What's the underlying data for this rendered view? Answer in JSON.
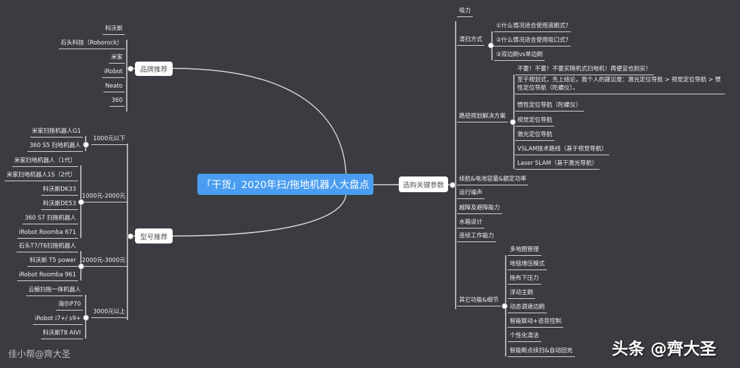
{
  "central": "「干货」2020年扫/拖地机器人大盘点",
  "brand": {
    "label": "品牌推荐",
    "items": [
      "科沃斯",
      "石头科技（Roborock）",
      "米家",
      "iRobot",
      "Neato",
      "360"
    ]
  },
  "models": {
    "label": "型号推荐",
    "groups": [
      {
        "label": "1000元以下",
        "items": [
          "米家扫拖机器人G1",
          "360 S5 扫地机器人"
        ]
      },
      {
        "label": "1000元-2000元",
        "items": [
          "米家扫地机器人（1代）",
          "米家扫地机器人1S（2代）",
          "科沃斯DK33",
          "科沃斯DE53",
          "360 S7 扫拖机器人",
          "iRobot Roomba 671"
        ]
      },
      {
        "label": "2000元-3000元",
        "items": [
          "石头T7/T6扫拖机器人",
          "科沃斯 T5 power",
          "iRobot Roomba 961"
        ]
      },
      {
        "label": "3000元以上",
        "items": [
          "云鲸扫拖一体机器人",
          "海尔P70",
          "iRobot i7+/ s9+",
          "科沃斯T8 AIVI"
        ]
      }
    ]
  },
  "params": {
    "label": "选购关键参数",
    "items": [
      {
        "label": "吸力",
        "children": []
      },
      {
        "label": "清扫方式",
        "children": [
          "①什么情况适合使用滚刷式?",
          "②什么情况适合使用吸口式?",
          "③双边刷vs单边刷"
        ]
      },
      {
        "label": "路径规划解决方案",
        "children": [
          "不要！不要！不要买随机式扫地机！再便宜也别买！",
          "至于规划式，先上结论，我个人的建议是：激光定位导航 > 视觉定位导航 > 惯性定位导航（陀螺仪）。",
          "惯性定位导航（陀螺仪）",
          "视觉定位导航",
          "激光定位导航",
          "VSLAM技术路线（基于视觉导航）",
          "Laser SLAM（基于激光导航）"
        ]
      },
      {
        "label": "续航&电池容量&额定功率",
        "children": []
      },
      {
        "label": "运行噪声",
        "children": []
      },
      {
        "label": "越障及避障能力",
        "children": []
      },
      {
        "label": "水箱设计",
        "children": []
      },
      {
        "label": "连续工作能力",
        "children": []
      },
      {
        "label": "其它功能&细节",
        "children": [
          "多地图管理",
          "地毯增压模式",
          "拖布下压力",
          "浮动主刷",
          "动态调速边刷",
          "智能联动+语音控制",
          "个性化清洁",
          "智能断点续扫&自动回充"
        ]
      }
    ]
  },
  "watermark_left": "佳小帮@齊大圣",
  "watermark_right": "头条 @齊大圣"
}
